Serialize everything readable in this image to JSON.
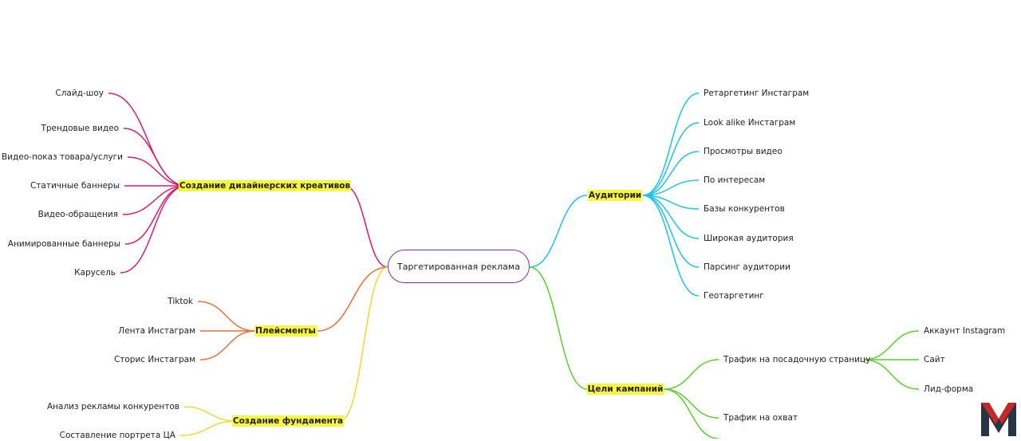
{
  "mindmap": {
    "root": "Таргетированная реклама",
    "branches": [
      {
        "label": "Создание дизайнерских креативов",
        "color": "#d81b73",
        "side": "left",
        "children": [
          "Слайд-шоу",
          "Трендовые видео",
          "Видео-показ товара/услуги",
          "Статичные баннеры",
          "Видео-обращения",
          "Анимированные баннеры",
          "Карусель"
        ]
      },
      {
        "label": "Плейсменты",
        "color": "#e8703a",
        "side": "left",
        "children": [
          "Tiktok",
          "Лента Инстаграм",
          "Сторис Инстаграм"
        ]
      },
      {
        "label": "Создание фундамента",
        "color": "#f2d82a",
        "side": "left",
        "children": [
          "Анализ рекламы конкурентов",
          "Составление портрета ЦА"
        ]
      },
      {
        "label": "Аудитории",
        "color": "#1ec3e6",
        "side": "right",
        "children": [
          "Ретаргетинг Инстаграм",
          "Look alike Инстаграм",
          "Просмотры видео",
          "По интересам",
          "Базы конкурентов",
          "Широкая аудитория",
          "Парсинг аудитории",
          "Геотаргетинг"
        ]
      },
      {
        "label": "Цели кампаний",
        "color": "#5ccc2e",
        "side": "right",
        "children": [
          "Трафик на посадочную страницу",
          "Трафик на охват"
        ],
        "grandchildren": [
          "Аккаунт Instagram",
          "Сайт",
          "Лид-форма"
        ]
      }
    ]
  },
  "logo": {
    "icon": "m-logo-icon",
    "colors": [
      "#c62828",
      "#263445"
    ]
  }
}
